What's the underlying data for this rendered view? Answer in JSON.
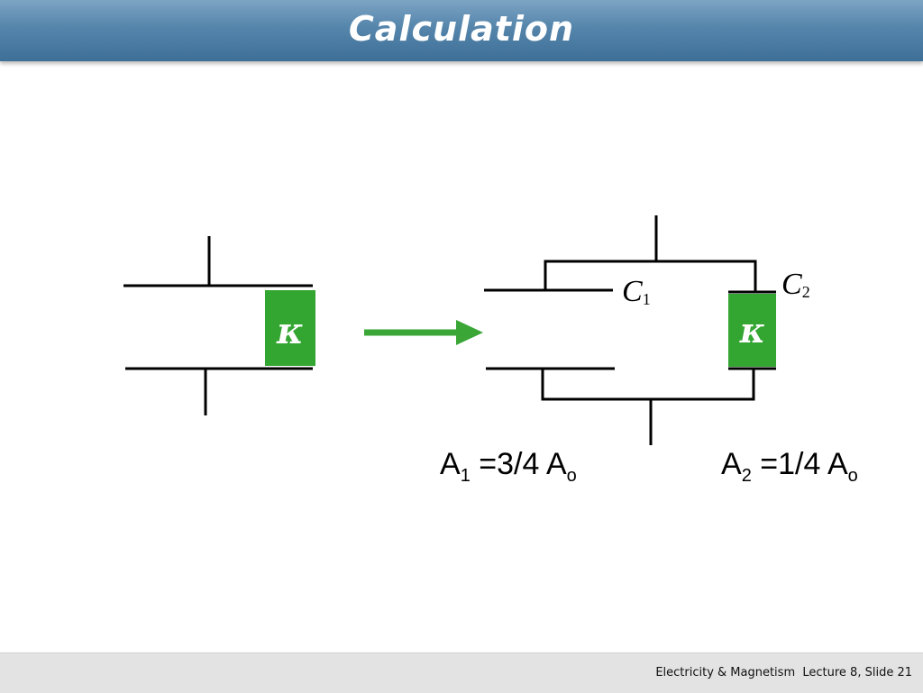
{
  "slide": {
    "title": "Calculation",
    "footer": "Electricity & Magnetism  Lecture 8, Slide 21"
  },
  "diagram": {
    "dielectric_symbol": "κ",
    "c1_label": "C",
    "c1_sub": "1",
    "c2_label": "C",
    "c2_sub": "2",
    "arrow_color": "#3aa636",
    "dielectric_color": "#33a531"
  },
  "equations": {
    "a1": {
      "main": "A",
      "sub": "1",
      "rhs": " =3/4 A",
      "rhs_sub": "o"
    },
    "a2": {
      "main": "A",
      "sub": "2",
      "rhs": " =1/4 A",
      "rhs_sub": "o"
    }
  }
}
